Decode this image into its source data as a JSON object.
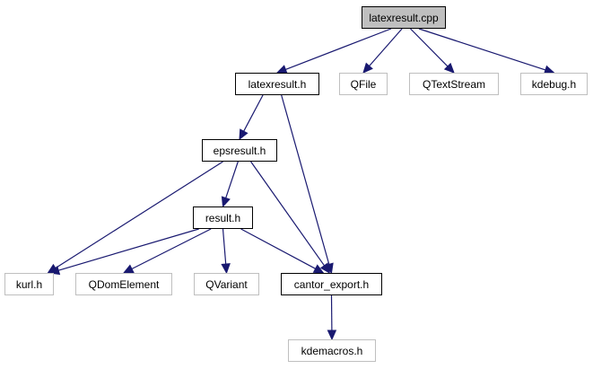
{
  "diagram": {
    "type": "include-dependency-graph",
    "edge_color": "#191970",
    "nodes": [
      {
        "id": "latexresult_cpp",
        "label": "latexresult.cpp",
        "kind": "root"
      },
      {
        "id": "latexresult_h",
        "label": "latexresult.h",
        "kind": "internal"
      },
      {
        "id": "qfile",
        "label": "QFile",
        "kind": "external"
      },
      {
        "id": "qtextstream",
        "label": "QTextStream",
        "kind": "external"
      },
      {
        "id": "kdebug_h",
        "label": "kdebug.h",
        "kind": "external"
      },
      {
        "id": "epsresult_h",
        "label": "epsresult.h",
        "kind": "internal"
      },
      {
        "id": "result_h",
        "label": "result.h",
        "kind": "internal"
      },
      {
        "id": "kurl_h",
        "label": "kurl.h",
        "kind": "external"
      },
      {
        "id": "qdomelement",
        "label": "QDomElement",
        "kind": "external"
      },
      {
        "id": "qvariant",
        "label": "QVariant",
        "kind": "external"
      },
      {
        "id": "cantor_export_h",
        "label": "cantor_export.h",
        "kind": "internal"
      },
      {
        "id": "kdemacros_h",
        "label": "kdemacros.h",
        "kind": "external"
      }
    ],
    "edges": [
      {
        "from": "latexresult_cpp",
        "to": "latexresult_h"
      },
      {
        "from": "latexresult_cpp",
        "to": "qfile"
      },
      {
        "from": "latexresult_cpp",
        "to": "qtextstream"
      },
      {
        "from": "latexresult_cpp",
        "to": "kdebug_h"
      },
      {
        "from": "latexresult_h",
        "to": "epsresult_h"
      },
      {
        "from": "latexresult_h",
        "to": "cantor_export_h"
      },
      {
        "from": "epsresult_h",
        "to": "result_h"
      },
      {
        "from": "epsresult_h",
        "to": "kurl_h"
      },
      {
        "from": "epsresult_h",
        "to": "cantor_export_h"
      },
      {
        "from": "result_h",
        "to": "kurl_h"
      },
      {
        "from": "result_h",
        "to": "qdomelement"
      },
      {
        "from": "result_h",
        "to": "qvariant"
      },
      {
        "from": "result_h",
        "to": "cantor_export_h"
      },
      {
        "from": "cantor_export_h",
        "to": "kdemacros_h"
      }
    ]
  }
}
